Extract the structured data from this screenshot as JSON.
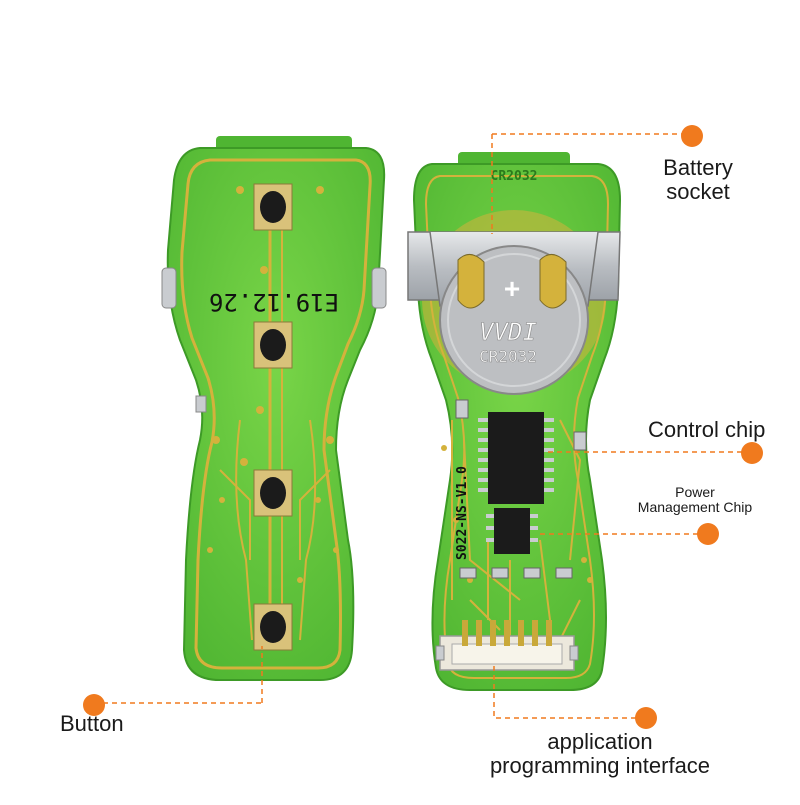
{
  "labels": {
    "battery_socket": [
      "Battery",
      "socket"
    ],
    "control_chip": "Control chip",
    "power_chip": [
      "Power",
      "Management Chip"
    ],
    "button": "Button",
    "api": [
      "application",
      "programming interface"
    ]
  },
  "pcb_text": {
    "front_code": "E19.12.26",
    "battery_model_top": "CR2032",
    "brand": "VVDI",
    "battery_model_holder": "CR2032",
    "board_code": "S022-NS-V1.0"
  },
  "colors": {
    "pcb_green": "#5bc23a",
    "pcb_dark": "#3f9e28",
    "trace_gold": "#d4b23c",
    "callout_orange": "#f07a1e",
    "chip_black": "#1b1b1b",
    "metal": "#c9ccd0"
  }
}
